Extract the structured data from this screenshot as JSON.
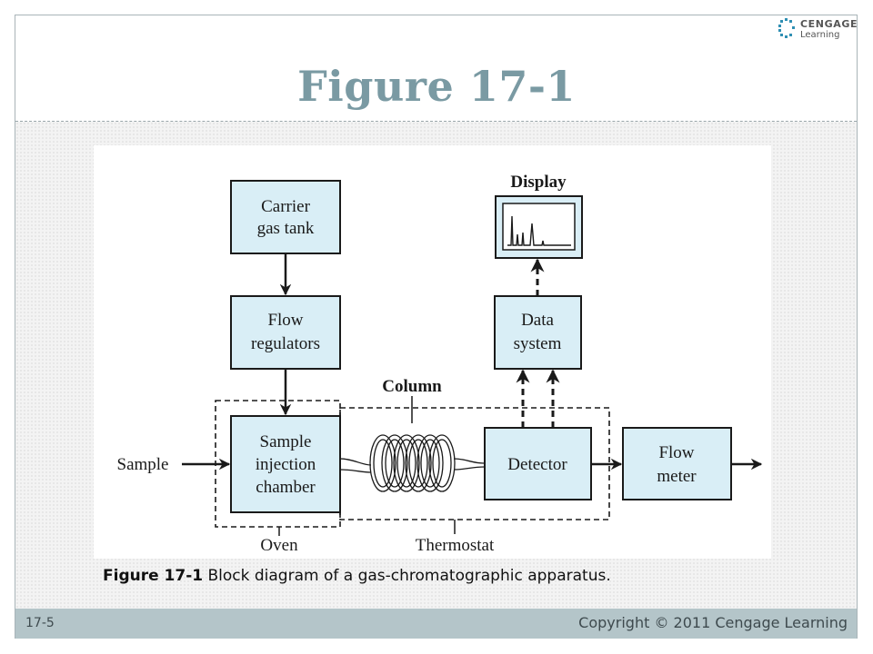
{
  "slide": {
    "title": "Figure 17-1",
    "page_number": "17-5",
    "copyright": "Copyright © 2011 Cengage Learning"
  },
  "logo": {
    "brand": "CENGAGE",
    "sub": "Learning"
  },
  "diagram": {
    "nodes": {
      "carrier": [
        "Carrier",
        "gas tank"
      ],
      "flow_regulators": [
        "Flow",
        "regulators"
      ],
      "injection": [
        "Sample",
        "injection",
        "chamber"
      ],
      "detector": "Detector",
      "flow_meter": [
        "Flow",
        "meter"
      ],
      "data_system": [
        "Data",
        "system"
      ]
    },
    "labels": {
      "display": "Display",
      "column": "Column",
      "sample": "Sample",
      "oven": "Oven",
      "thermostat": "Thermostat"
    }
  },
  "caption": {
    "prefix": "Figure 17-1",
    "text": " Block diagram of a gas-chromatographic apparatus."
  }
}
